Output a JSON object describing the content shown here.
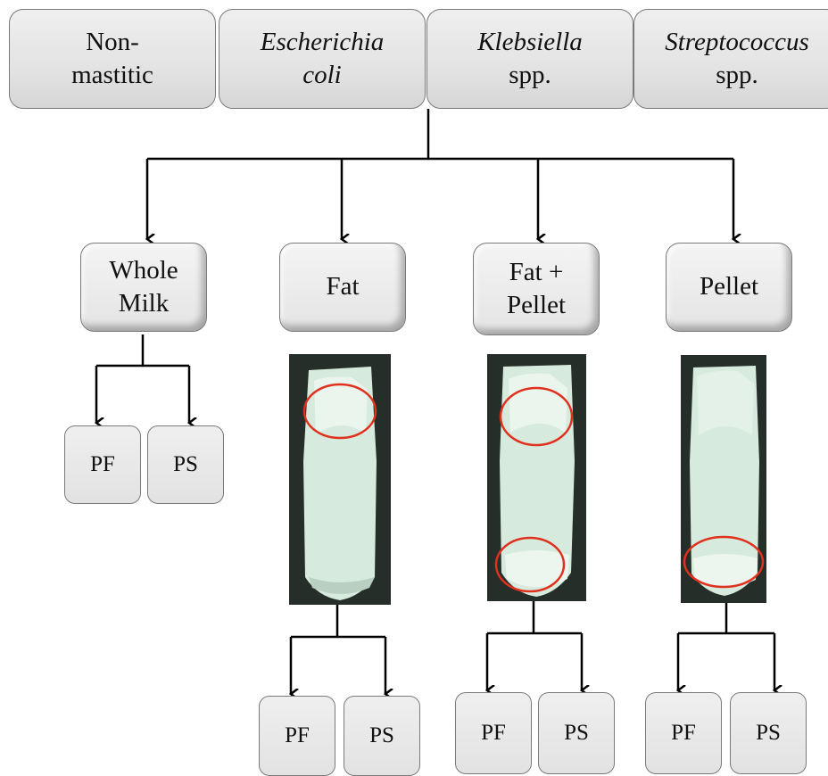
{
  "top_boxes": [
    {
      "line1": "Non-",
      "line2": "mastitic"
    },
    {
      "line1": "Escherichia",
      "line2": "coli"
    },
    {
      "line1": "Klebsiella",
      "line2": "spp."
    },
    {
      "line1": "Streptococcus",
      "line2": "spp."
    }
  ],
  "fractions": [
    {
      "label": "Whole\nMilk",
      "pf": "PF",
      "ps": "PS"
    },
    {
      "label": "Fat",
      "pf": "PF",
      "ps": "PS"
    },
    {
      "label": "Fat +\nPellet",
      "pf": "PF",
      "ps": "PS"
    },
    {
      "label": "Pellet",
      "pf": "PF",
      "ps": "PS"
    }
  ],
  "colors": {
    "tube_liquid": "#d7ece0",
    "tube_background": "#1f2a22",
    "highlight_circle": "#e0301e",
    "line": "#000000"
  }
}
